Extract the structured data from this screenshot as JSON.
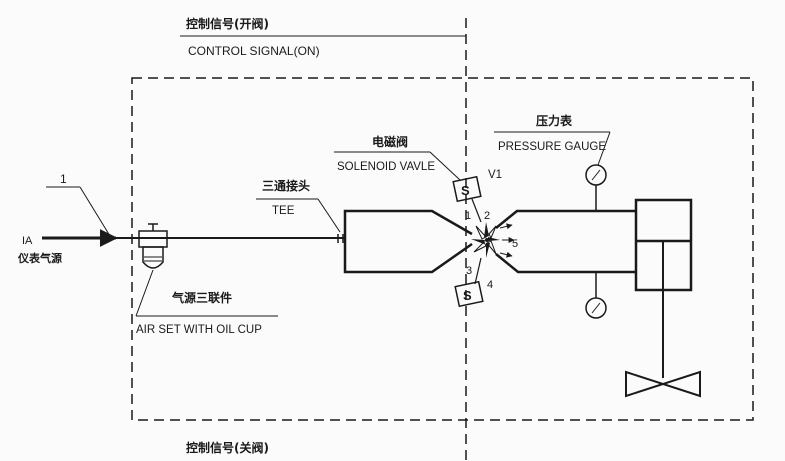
{
  "labels": {
    "control_on_cn": "控制信号(开阀)",
    "control_on_en": "CONTROL SIGNAL(ON)",
    "control_off_cn": "控制信号(关阀)",
    "solenoid_cn": "电磁阀",
    "solenoid_en": "SOLENOID VAVLE",
    "solenoid_tag": "V1",
    "gauge_cn": "压力表",
    "gauge_en": "PRESSURE GAUGE",
    "tee_cn": "三通接头",
    "tee_en": "TEE",
    "airset_cn": "气源三联件",
    "airset_en": "AIR SET WITH OIL CUP",
    "ia_en": "IA",
    "ia_cn": "仪表气源",
    "line_number": "1",
    "solenoid_symbol_upper": "S",
    "solenoid_symbol_lower": "S",
    "port_1": "1",
    "port_2": "2",
    "port_3": "3",
    "port_4": "4",
    "port_5": "5"
  },
  "colors": {
    "line": "#1a1a1a",
    "background": "#fbfbfb"
  }
}
